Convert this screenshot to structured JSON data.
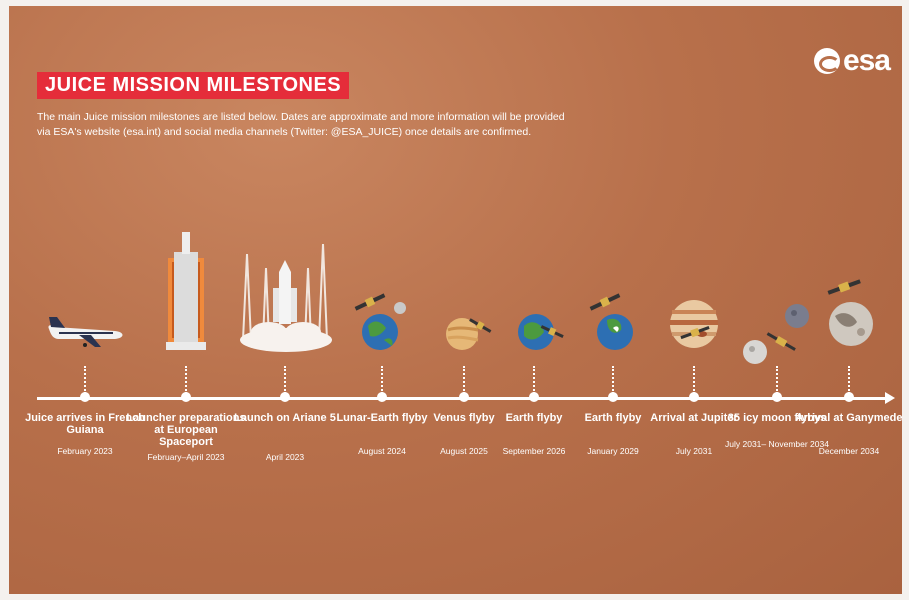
{
  "header": {
    "title": "JUICE MISSION MILESTONES",
    "intro": "The main Juice mission milestones are listed below. Dates are approximate and more information will be provided via ESA's website (esa.int) and social media channels (Twitter: @ESA_JUICE) once details are confirmed.",
    "logo_text": "esa"
  },
  "milestones": [
    {
      "label": "Juice arrives in French Guiana",
      "date": "February 2023",
      "icon": "airplane-icon"
    },
    {
      "label": "Launcher preparations at European Spaceport",
      "date": "February–April 2023",
      "icon": "rocket-on-pad-icon"
    },
    {
      "label": "Launch on Ariane 5",
      "date": "April 2023",
      "icon": "rocket-launch-icon"
    },
    {
      "label": "Lunar-Earth flyby",
      "date": "August 2024",
      "icon": "earth-moon-icon"
    },
    {
      "label": "Venus flyby",
      "date": "August 2025",
      "icon": "venus-icon"
    },
    {
      "label": "Earth flyby",
      "date": "September 2026",
      "icon": "earth-icon"
    },
    {
      "label": "Earth flyby",
      "date": "January 2029",
      "icon": "earth-icon"
    },
    {
      "label": "Arrival at Jupiter",
      "date": "July 2031",
      "icon": "jupiter-icon"
    },
    {
      "label": "35 icy moon flybys",
      "date": "July 2031– November 2034",
      "icon": "icy-moons-icon"
    },
    {
      "label": "Arrival at Ganymede",
      "date": "December 2034",
      "icon": "ganymede-icon"
    }
  ],
  "colors": {
    "background": "#b8704b",
    "title_bg": "#e52d3a",
    "text": "#ffffff"
  }
}
